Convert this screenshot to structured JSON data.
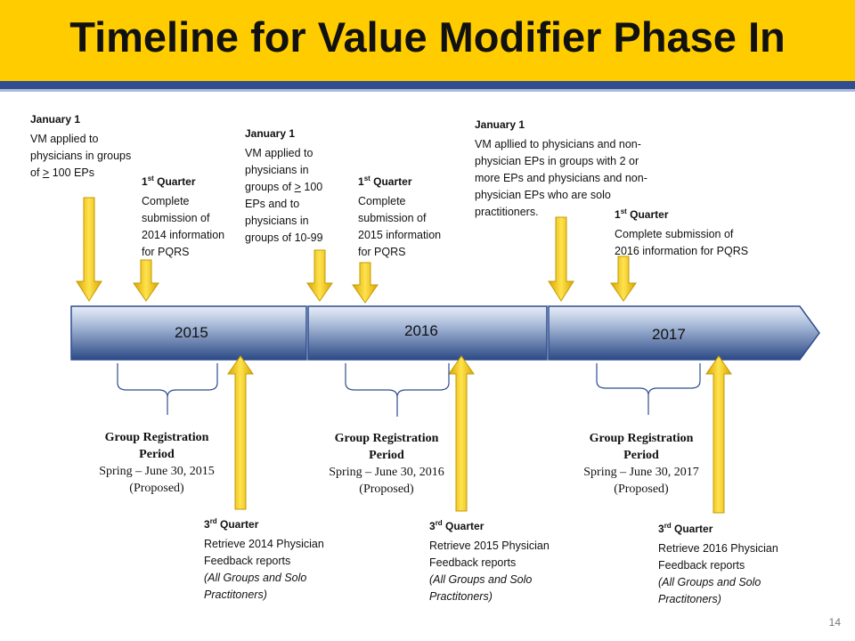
{
  "title": "Timeline for Value Modifier Phase In",
  "page_number": "14",
  "years": [
    "2015",
    "2016",
    "2017"
  ],
  "top_events": [
    {
      "heading": "January 1",
      "line1": "VM applied  to",
      "line2": "physicians in groups",
      "line3a": "of  ",
      "line3u": ">",
      "line3b": " 100  EPs"
    },
    {
      "heading_num": "1",
      "heading_sup": "st",
      "heading_rest": " Quarter",
      "line1": "Complete",
      "line2": "submission of",
      "line3": "2014 information",
      "line4": "for PQRS"
    },
    {
      "heading": "January 1",
      "line1": "VM applied to",
      "line2": "physicians in",
      "line3a": "groups of  ",
      "line3u": ">",
      "line3b": " 100",
      "line4": "EPs and to",
      "line5": "physicians in",
      "line6": "groups of 10-99"
    },
    {
      "heading_num": "1",
      "heading_sup": "st",
      "heading_rest": " Quarter",
      "line1": "Complete",
      "line2": "submission of",
      "line3": "2015 information",
      "line4": "for PQRS"
    },
    {
      "heading": "January 1",
      "line1": "VM apllied to physicians  and non-",
      "line2": "physician EPs in groups with 2 or",
      "line3": "more EPs and  physicians and non-",
      "line4": "physician EPs who are solo",
      "line5": "practitioners."
    },
    {
      "heading_num": "1",
      "heading_sup": "st",
      "heading_rest": " Quarter",
      "line1": "Complete submission of",
      "line2": "2016 information for PQRS"
    }
  ],
  "registration_periods": [
    {
      "title1": "Group Registration",
      "title2": "Period",
      "dates": "Spring – June 30, 2015",
      "note": "(Proposed)"
    },
    {
      "title1": "Group Registration",
      "title2": "Period",
      "dates": "Spring – June 30, 2016",
      "note": "(Proposed)"
    },
    {
      "title1": "Group Registration",
      "title2": "Period",
      "dates": "Spring –  June 30,  2017",
      "note": "(Proposed)"
    }
  ],
  "bottom_events": [
    {
      "heading_num": "3",
      "heading_sup": "rd",
      "heading_rest": " Quarter",
      "line1": "Retrieve 2014 Physician",
      "line2": "Feedback reports",
      "line3": "(All Groups and Solo",
      "line4": "Practitoners)"
    },
    {
      "heading_num": "3",
      "heading_sup": "rd",
      "heading_rest": " Quarter",
      "line1": "Retrieve 2015 Physician",
      "line2": "Feedback reports",
      "line3": "(All Groups and Solo",
      "line4": "Practitoners)"
    },
    {
      "heading_num": "3",
      "heading_sup": "rd",
      "heading_rest": " Quarter",
      "line1": "Retrieve 2016 Physician",
      "line2": "Feedback reports",
      "line3": "(All Groups and Solo",
      "line4": "Practitoners)"
    }
  ],
  "colors": {
    "header": "#ffcc00",
    "header_line": "#2f4d8f",
    "arrow": "#f2c500",
    "timeline_dark": "#2f4d8f",
    "timeline_light": "#c3d0e6"
  }
}
